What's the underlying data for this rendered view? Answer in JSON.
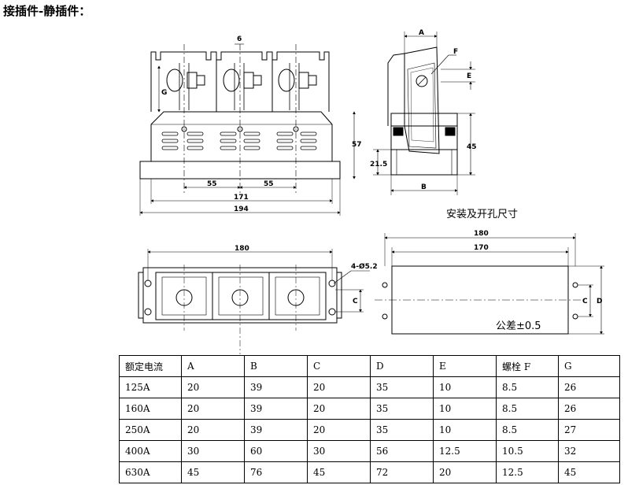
{
  "title": "接插件-静插件：",
  "drawing": {
    "front_view": {
      "dim_6": "6",
      "dim_G": "G",
      "dim_57": "57",
      "dim_55_left": "55",
      "dim_55_right": "55",
      "dim_171": "171",
      "dim_194": "194"
    },
    "side_view": {
      "dim_A": "A",
      "dim_F": "F",
      "dim_E": "E",
      "dim_45": "45",
      "dim_21_5": "21.5",
      "dim_B": "B"
    },
    "mounting": {
      "caption": "安装及开孔尺寸",
      "dim_180": "180",
      "dim_170": "170",
      "dim_C": "C",
      "dim_D": "D",
      "tolerance": "公差±0.5"
    },
    "top_view": {
      "dim_180": "180",
      "hole_note": "4-Ø5.2",
      "dim_C": "C"
    }
  },
  "table": {
    "headers": [
      "额定电流",
      "A",
      "B",
      "C",
      "D",
      "E",
      "螺栓 F",
      "G"
    ],
    "rows": [
      [
        "125A",
        "20",
        "39",
        "20",
        "35",
        "10",
        "8.5",
        "26"
      ],
      [
        "160A",
        "20",
        "39",
        "20",
        "35",
        "10",
        "8.5",
        "26"
      ],
      [
        "250A",
        "20",
        "39",
        "20",
        "35",
        "10",
        "8.5",
        "27"
      ],
      [
        "400A",
        "30",
        "60",
        "30",
        "56",
        "12.5",
        "10.5",
        "32"
      ],
      [
        "630A",
        "45",
        "76",
        "45",
        "72",
        "20",
        "12.5",
        "45"
      ]
    ]
  }
}
